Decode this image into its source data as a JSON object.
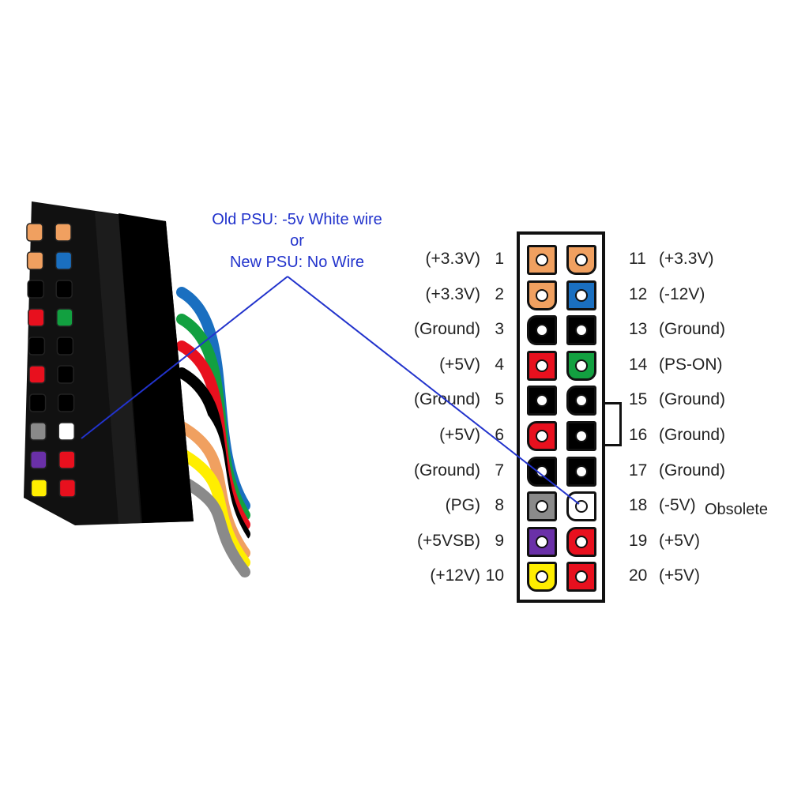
{
  "callout": {
    "line1": "Old PSU: -5v White wire",
    "line2": "or",
    "line3": "New PSU: No Wire"
  },
  "obsolete_note": "Obsolete",
  "colors": {
    "orange": "#f0a060",
    "blue": "#1a6fc0",
    "black": "#000000",
    "red": "#e8101e",
    "green": "#12a040",
    "white": "#ffffff",
    "gray": "#8a8a8a",
    "purple": "#6a30a8",
    "yellow": "#ffee00",
    "leader": "#2233cc"
  },
  "pins_left": [
    {
      "num": "1",
      "label": "(+3.3V)",
      "color": "orange",
      "shape": "sq"
    },
    {
      "num": "2",
      "label": "(+3.3V)",
      "color": "orange",
      "shape": "cl"
    },
    {
      "num": "3",
      "label": "(Ground)",
      "color": "black",
      "shape": "cr"
    },
    {
      "num": "4",
      "label": "(+5V)",
      "color": "red",
      "shape": "sq"
    },
    {
      "num": "5",
      "label": "(Ground)",
      "color": "black",
      "shape": "sq"
    },
    {
      "num": "6",
      "label": "(+5V)",
      "color": "red",
      "shape": "cr"
    },
    {
      "num": "7",
      "label": "(Ground)",
      "color": "black",
      "shape": "cr"
    },
    {
      "num": "8",
      "label": "(PG)",
      "color": "gray",
      "shape": "sq"
    },
    {
      "num": "9",
      "label": "(+5VSB)",
      "color": "purple",
      "shape": "sq"
    },
    {
      "num": "10",
      "label": "(+12V)",
      "color": "yellow",
      "shape": "cl"
    }
  ],
  "pins_right": [
    {
      "num": "11",
      "label": "(+3.3V)",
      "color": "orange",
      "shape": "cl"
    },
    {
      "num": "12",
      "label": "(-12V)",
      "color": "blue",
      "shape": "sq"
    },
    {
      "num": "13",
      "label": "(Ground)",
      "color": "black",
      "shape": "sq"
    },
    {
      "num": "14",
      "label": "(PS-ON)",
      "color": "green",
      "shape": "cl"
    },
    {
      "num": "15",
      "label": "(Ground)",
      "color": "black",
      "shape": "cr"
    },
    {
      "num": "16",
      "label": "(Ground)",
      "color": "black",
      "shape": "sq"
    },
    {
      "num": "17",
      "label": "(Ground)",
      "color": "black",
      "shape": "sq"
    },
    {
      "num": "18",
      "label": "(-5V)",
      "color": "white",
      "shape": "cr"
    },
    {
      "num": "19",
      "label": "(+5V)",
      "color": "red",
      "shape": "cr"
    },
    {
      "num": "20",
      "label": "(+5V)",
      "color": "red",
      "shape": "sq"
    }
  ],
  "photo_plug_colors": [
    [
      "orange",
      "orange"
    ],
    [
      "orange",
      "blue"
    ],
    [
      "black",
      "black"
    ],
    [
      "red",
      "green"
    ],
    [
      "black",
      "black"
    ],
    [
      "red",
      "black"
    ],
    [
      "black",
      "black"
    ],
    [
      "gray",
      "white"
    ],
    [
      "purple",
      "red"
    ],
    [
      "yellow",
      "red"
    ]
  ],
  "photo_wire_colors": [
    "blue",
    "green",
    "red",
    "black",
    "white",
    "orange",
    "yellow",
    "gray"
  ]
}
